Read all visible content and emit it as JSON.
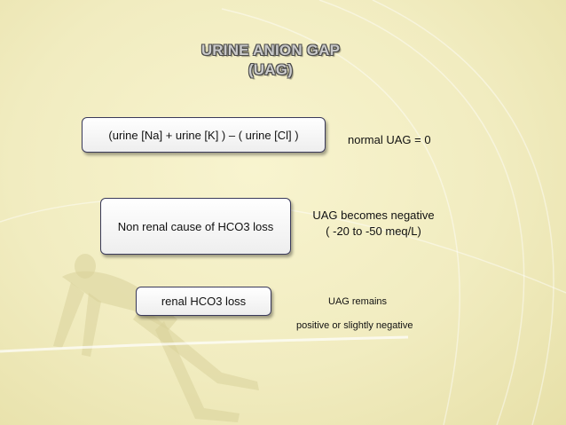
{
  "slide": {
    "title_line1": "URINE ANION GAP",
    "title_line2": "(UAG)",
    "rows": [
      {
        "box_text": "(urine [Na] + urine [K] ) – ( urine [Cl] )",
        "note": "normal  UAG = 0"
      },
      {
        "box_text": "Non renal cause of HCO3 loss",
        "note_line1": "UAG becomes negative",
        "note_line2": "( -20 to -50 meq/L)"
      },
      {
        "box_text": "renal HCO3 loss",
        "note_line1": "UAG remains",
        "note_line2": "positive or slightly negative"
      }
    ]
  }
}
